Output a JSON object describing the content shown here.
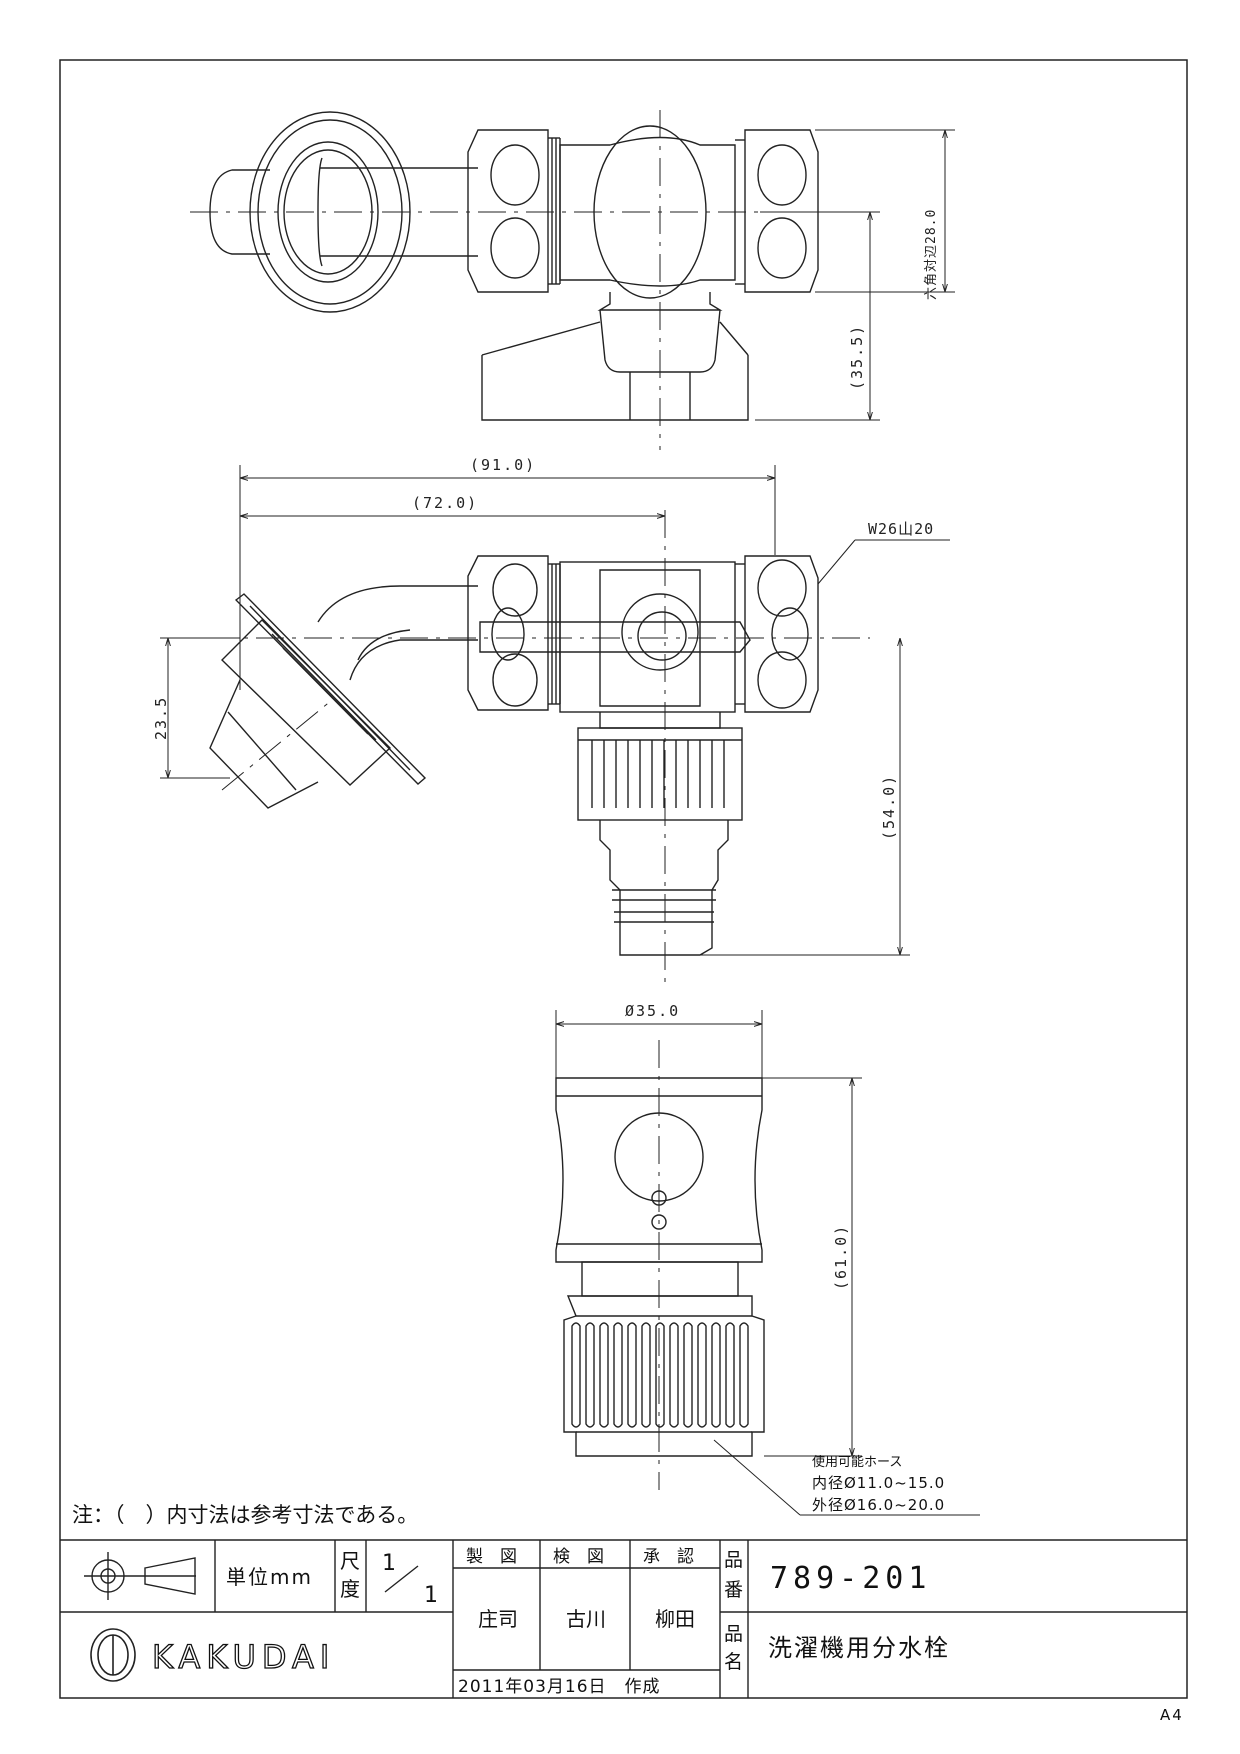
{
  "dimensions": {
    "hex_across_flats": "六角対辺28.0",
    "top_height": "(35.5)",
    "overall_length": "(91.0)",
    "center_length": "(72.0)",
    "thread": "W26山20",
    "offset": "23.5",
    "front_height": "(54.0)",
    "diameter": "Ø35.0",
    "bottom_height": "(61.0)"
  },
  "hose_note": {
    "title": "使用可能ホース",
    "inner": "内径Ø11.0~15.0",
    "outer": "外径Ø16.0~20.0"
  },
  "note": "注：（　）内寸法は参考寸法である。",
  "title_block": {
    "unit": "単位mm",
    "scale_label_1": "尺",
    "scale_label_2": "度",
    "scale_num": "1",
    "scale_den": "1",
    "made_label": "製　図",
    "check_label": "検　図",
    "approve_label": "承　認",
    "made_by": "庄司",
    "checked_by": "古川",
    "approved_by": "柳田",
    "part_no_label_1": "品",
    "part_no_label_2": "番",
    "part_no": "789-201",
    "name_label_1": "品",
    "name_label_2": "名",
    "name": "洗濯機用分水栓",
    "date": "2011年03月16日　作成",
    "company": "KAKUDAI"
  },
  "paper_size": "A4",
  "icons": [
    "third-angle-projection-icon",
    "kakudai-logo-icon"
  ]
}
